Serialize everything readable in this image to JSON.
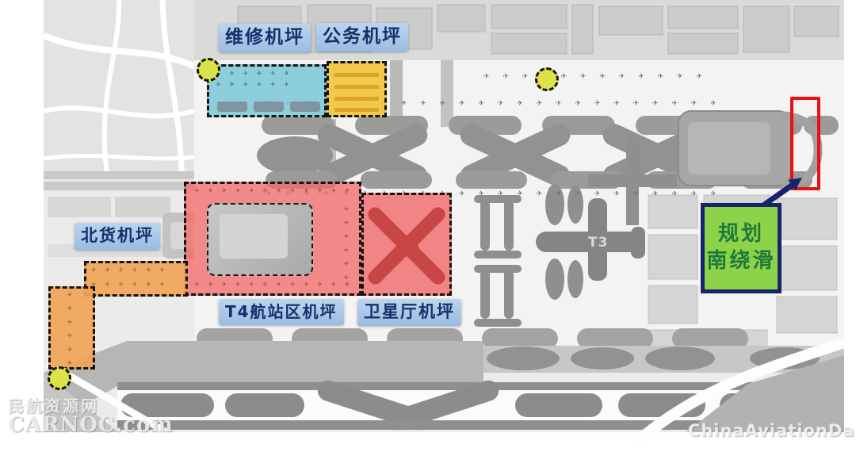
{
  "map": {
    "zone_labels": {
      "maintenance": "维修机坪",
      "business": "公务机坪",
      "north_cargo": "北货机坪",
      "t4": "T4航站区机坪",
      "satellite": "卫星厅机坪"
    },
    "terminal_labels": {
      "t3": "T3"
    },
    "plan_callout": {
      "line1": "规划",
      "line2": "南绕滑"
    }
  },
  "watermarks": {
    "left_line1": "民航资源网",
    "left_line2": "CARNOC.com",
    "right": "ChinaAviationDaily.com"
  },
  "colors": {
    "maintenance_zone": "#7dc8d8",
    "business_zone": "#f2c63e",
    "t4_zone": "#f06c6c",
    "satellite_zone": "#f06c6c",
    "cargo_zone": "#f0a458",
    "plan_box_fill": "#8cd34a",
    "plan_box_border": "#16246b",
    "highlight_outline": "#e81111",
    "marker_fill": "#dce24a",
    "label_bg": "#a9c7e8",
    "label_text": "#15306b"
  },
  "icons": {
    "aircraft_stand": "✈"
  },
  "decor": {
    "plane_row_long": "✈ ✈ ✈ ✈ ✈ ✈ ✈ ✈ ✈ ✈ ✈ ✈ ✈ ✈ ✈ ✈ ✈ ✈ ✈ ✈ ✈ ✈ ✈ ✈",
    "plane_row_medium": "✈ ✈ ✈ ✈ ✈ ✈ ✈ ✈ ✈ ✈ ✈ ✈",
    "plane_row_short": "✈ ✈ ✈ ✈ ✈ ✈"
  }
}
